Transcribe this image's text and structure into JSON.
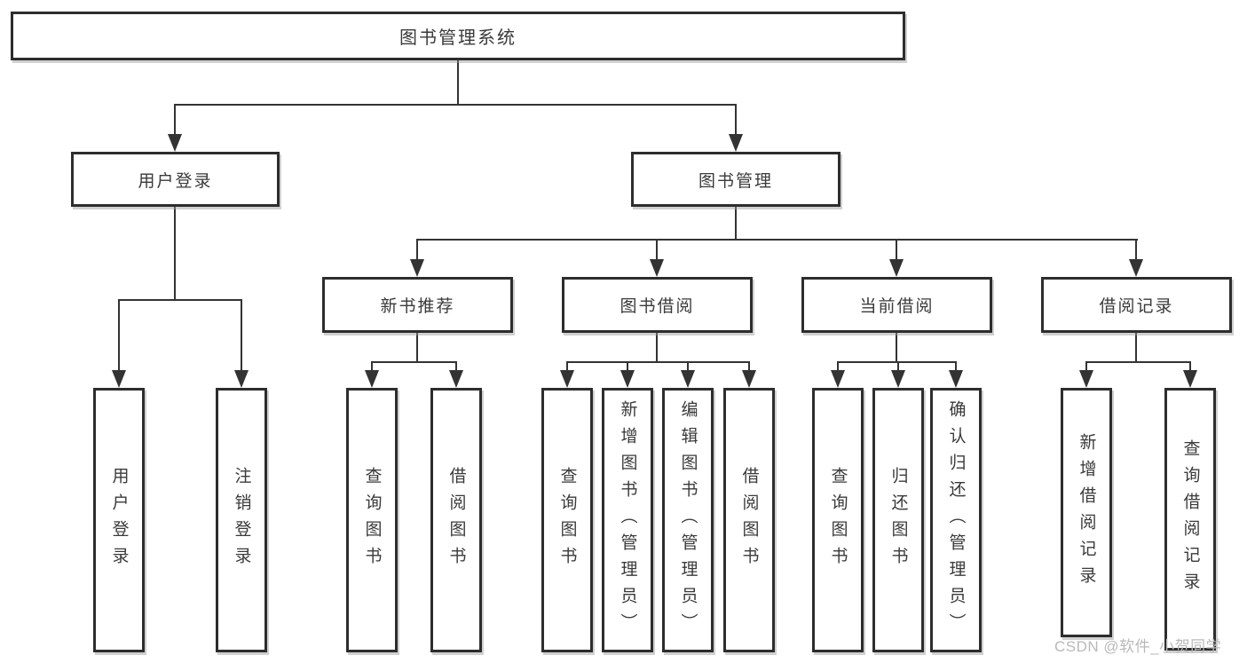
{
  "tree": {
    "label": "图书管理系统",
    "children": [
      {
        "label": "用户登录",
        "children": [
          {
            "label": "用户登录"
          },
          {
            "label": "注销登录"
          }
        ]
      },
      {
        "label": "图书管理",
        "children": [
          {
            "label": "新书推荐",
            "children": [
              {
                "label": "查询图书"
              },
              {
                "label": "借阅图书"
              }
            ]
          },
          {
            "label": "图书借阅",
            "children": [
              {
                "label": "查询图书"
              },
              {
                "label": "新增图书（管理员）"
              },
              {
                "label": "编辑图书（管理员）"
              },
              {
                "label": "借阅图书"
              }
            ]
          },
          {
            "label": "当前借阅",
            "children": [
              {
                "label": "查询图书"
              },
              {
                "label": "归还图书"
              },
              {
                "label": "确认归还（管理员）"
              }
            ]
          },
          {
            "label": "借阅记录",
            "children": [
              {
                "label": "新增借阅记录"
              },
              {
                "label": "查询借阅记录"
              }
            ]
          }
        ]
      }
    ]
  },
  "watermark": "CSDN @软件_小贺同学",
  "colors": {
    "line": "#333333",
    "box_border": "#2d2d2d",
    "text": "#3a3a3a",
    "watermark": "#b9b9b9",
    "background": "#ffffff"
  }
}
